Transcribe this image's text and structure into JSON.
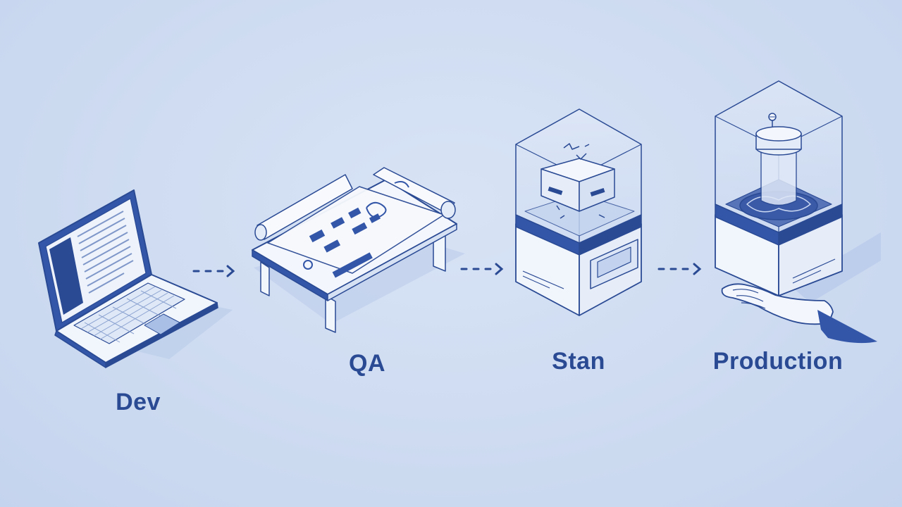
{
  "stages": [
    {
      "label": "Dev",
      "icon": "laptop-icon"
    },
    {
      "label": "QA",
      "icon": "blueprint-table-icon"
    },
    {
      "label": "Stan",
      "icon": "staging-cube-icon"
    },
    {
      "label": "Production",
      "icon": "production-cube-icon"
    }
  ],
  "connector_icon": "dotted-arrow-icon",
  "colors": {
    "background": "#cfdcf1",
    "ink": "#2a4a94",
    "accent": "#3356a8",
    "panel": "#f3f6fc"
  }
}
